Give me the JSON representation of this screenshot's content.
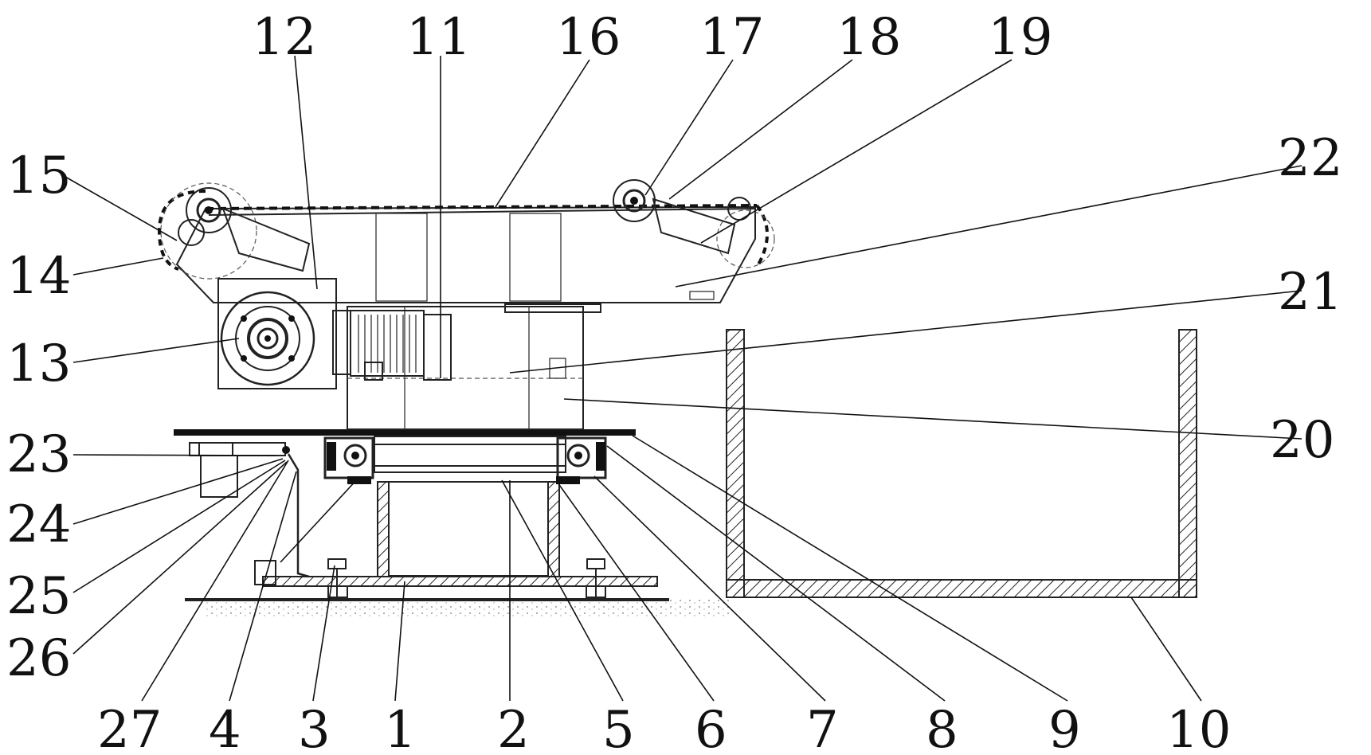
{
  "figure": {
    "labels": [
      "1",
      "2",
      "3",
      "4",
      "5",
      "6",
      "7",
      "8",
      "9",
      "10",
      "11",
      "12",
      "13",
      "14",
      "15",
      "16",
      "17",
      "18",
      "19",
      "20",
      "21",
      "22",
      "23",
      "24",
      "25",
      "26",
      "27"
    ]
  }
}
